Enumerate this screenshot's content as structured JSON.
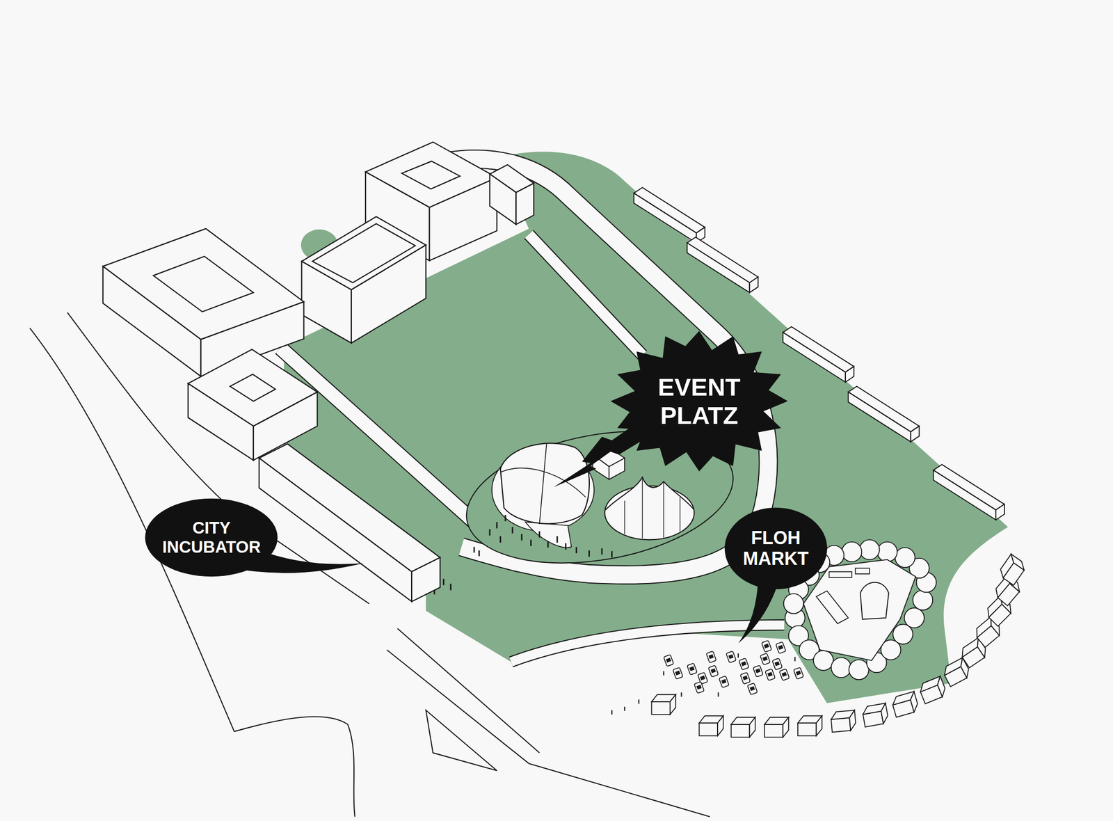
{
  "diagram": {
    "nodes": [
      {
        "text": [
          "EVENT PLATZ"
        ]
      },
      {
        "text": [
          "CITY INCUBATOR"
        ]
      },
      {
        "text": [
          "FLOH MARKT"
        ]
      }
    ]
  }
}
